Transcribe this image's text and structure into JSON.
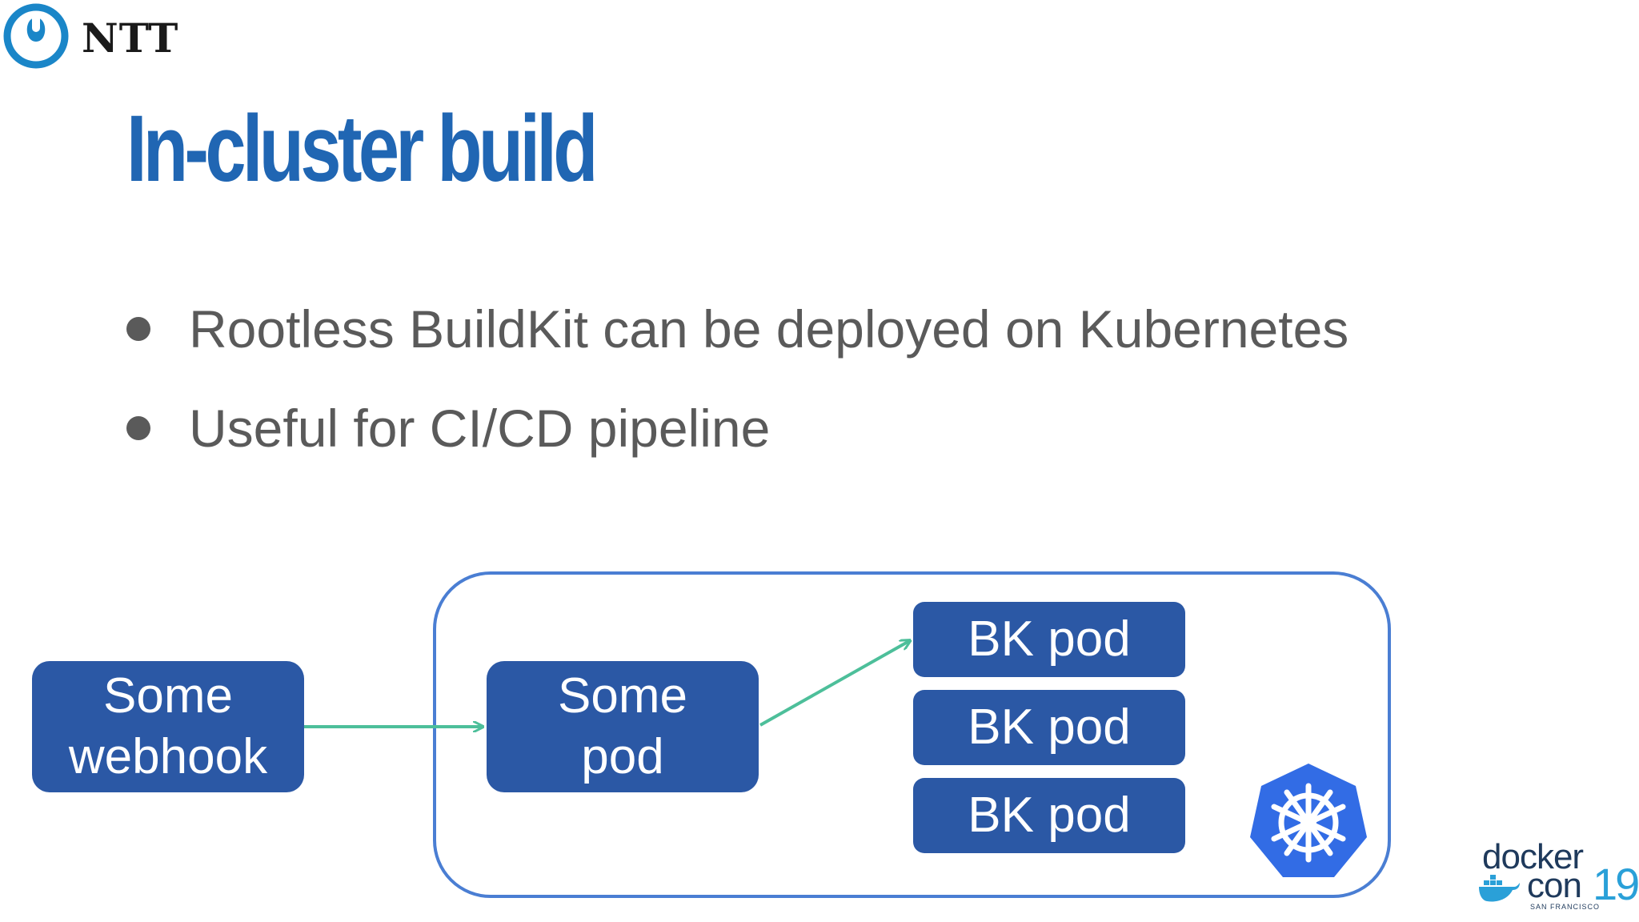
{
  "logo": {
    "ntt_label": "NTT"
  },
  "title": "In-cluster build",
  "bullets": [
    "Rootless BuildKit can be deployed on Kubernetes",
    "Useful for CI/CD pipeline"
  ],
  "diagram": {
    "webhook": {
      "line1": "Some",
      "line2": "webhook"
    },
    "some_pod": {
      "line1": "Some",
      "line2": "pod"
    },
    "bk_pods": [
      "BK pod",
      "BK pod",
      "BK pod"
    ]
  },
  "footer": {
    "docker_line1": "docker",
    "docker_line2": "con",
    "docker_number": "19",
    "docker_city": "SAN FRANCISCO"
  },
  "colors": {
    "title_blue": "#2066b3",
    "node_blue": "#2b58a5",
    "frame_blue": "#4a7ed3",
    "arrow_green": "#4dbf9a",
    "k8s_blue": "#326ce5",
    "text_gray": "#5a5a5a"
  },
  "icons": [
    "ntt-logo-icon",
    "kubernetes-helm-icon",
    "docker-whale-icon"
  ]
}
